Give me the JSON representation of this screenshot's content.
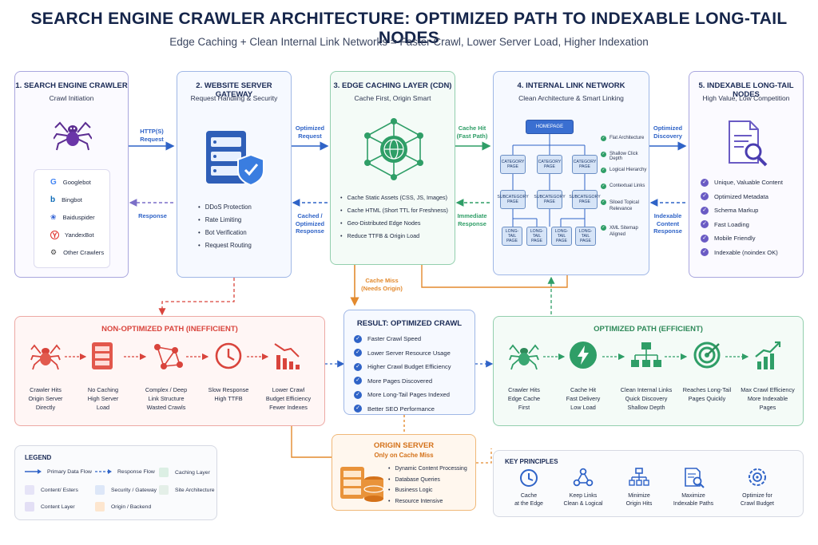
{
  "title": "SEARCH ENGINE CRAWLER ARCHITECTURE: OPTIMIZED PATH TO INDEXABLE LONG-TAIL NODES",
  "subtitle": "Edge Caching + Clean Internal Link Networks = Faster Crawl, Lower Server Load, Higher Indexation",
  "colors": {
    "blue": "#2f63c7",
    "green": "#2f9e67",
    "orange": "#e38a2e",
    "red": "#d9443c",
    "purple": "#7b6fc8"
  },
  "panel1": {
    "title": "1. SEARCH ENGINE CRAWLER",
    "subtitle": "Crawl Initiation",
    "crawlers": [
      "Googlebot",
      "Bingbot",
      "Baiduspider",
      "YandexBot",
      "Other Crawlers"
    ]
  },
  "panel2": {
    "title": "2. WEBSITE SERVER GATEWAY",
    "subtitle": "Request Handling & Security",
    "items": [
      "DDoS Protection",
      "Rate Limiting",
      "Bot Verification",
      "Request Routing"
    ]
  },
  "panel3": {
    "title": "3. EDGE CACHING LAYER (CDN)",
    "subtitle": "Cache First, Origin Smart",
    "items": [
      "Cache Static Assets (CSS, JS, Images)",
      "Cache HTML (Short TTL for Freshness)",
      "Geo-Distributed Edge Nodes",
      "Reduce TTFB & Origin Load"
    ]
  },
  "panel4": {
    "title": "4. INTERNAL LINK NETWORK",
    "subtitle": "Clean Architecture & Smart Linking",
    "homepage": "HOMEPAGE",
    "category": "CATEGORY PAGE",
    "subcategory": "SUBCATEGORY PAGE",
    "longtail": "LONG-TAIL PAGE",
    "features": [
      "Flat Architecture",
      "Shallow Click Depth",
      "Logical Hierarchy",
      "Contextual Links",
      "Siloed Topical Relevance",
      "XML Sitemap Aligned"
    ]
  },
  "panel5": {
    "title": "5. INDEXABLE LONG-TAIL NODES",
    "subtitle": "High Value, Low Competition",
    "items": [
      "Unique, Valuable Content",
      "Optimized Metadata",
      "Schema Markup",
      "Fast Loading",
      "Mobile Friendly",
      "Indexable (noindex OK)"
    ]
  },
  "flows": {
    "http_request": "HTTP(S) Request",
    "response": "Response",
    "optimized_request": "Optimized Request",
    "cached_response": "Cached / Optimized Response",
    "cache_hit": "Cache Hit (Fast Path)",
    "immediate_response": "Immediate Response",
    "optimized_discovery": "Optimized Discovery",
    "indexable_response": "Indexable Content Response",
    "cache_miss": "Cache Miss (Needs Origin)"
  },
  "nonopt": {
    "title": "NON-OPTIMIZED PATH (INEFFICIENT)",
    "steps": [
      [
        "Crawler Hits",
        "Origin Server",
        "Directly"
      ],
      [
        "No Caching",
        "High Server",
        "Load"
      ],
      [
        "Complex / Deep",
        "Link Structure",
        "Wasted Crawls"
      ],
      [
        "Slow Response",
        "High TTFB"
      ],
      [
        "Lower Crawl",
        "Budget Efficiency",
        "Fewer Indexes"
      ]
    ]
  },
  "result": {
    "title": "RESULT: OPTIMIZED CRAWL",
    "items": [
      "Faster Crawl Speed",
      "Lower Server Resource Usage",
      "Higher Crawl Budget Efficiency",
      "More Pages Discovered",
      "More Long-Tail Pages Indexed",
      "Better SEO Performance"
    ]
  },
  "opt": {
    "title": "OPTIMIZED PATH (EFFICIENT)",
    "steps": [
      [
        "Crawler Hits",
        "Edge Cache",
        "First"
      ],
      [
        "Cache Hit",
        "Fast Delivery",
        "Low Load"
      ],
      [
        "Clean Internal Links",
        "Quick Discovery",
        "Shallow Depth"
      ],
      [
        "Reaches Long-Tail",
        "Pages Quickly"
      ],
      [
        "Max Crawl Efficiency",
        "More Indexable",
        "Pages"
      ]
    ]
  },
  "origin": {
    "title": "ORIGIN SERVER",
    "subtitle": "Only on Cache Miss",
    "items": [
      "Dynamic Content Processing",
      "Database Queries",
      "Business Logic",
      "Resource Intensive"
    ]
  },
  "legend": {
    "title": "LEGEND",
    "primary": "Primary Data Flow",
    "response": "Response Flow",
    "caching": "Caching Layer",
    "content": "Content/ Esters",
    "security": "Security / Gateway",
    "site": "Site Architecture",
    "layer": "Content Layer",
    "origin": "Origin / Backend"
  },
  "principles": {
    "title": "KEY PRINCIPLES",
    "items": [
      [
        "Cache",
        "at the Edge"
      ],
      [
        "Keep Links",
        "Clean & Logical"
      ],
      [
        "Minimize",
        "Origin Hits"
      ],
      [
        "Maximize",
        "Indexable Paths"
      ],
      [
        "Optimize for",
        "Crawl Budget"
      ]
    ]
  },
  "icons": [
    "spider-icon",
    "server-icon",
    "shield-icon",
    "globe-network-icon",
    "document-search-icon",
    "clock-icon",
    "chart-down-icon",
    "lightning-icon",
    "target-icon",
    "chart-up-icon",
    "database-icon"
  ]
}
